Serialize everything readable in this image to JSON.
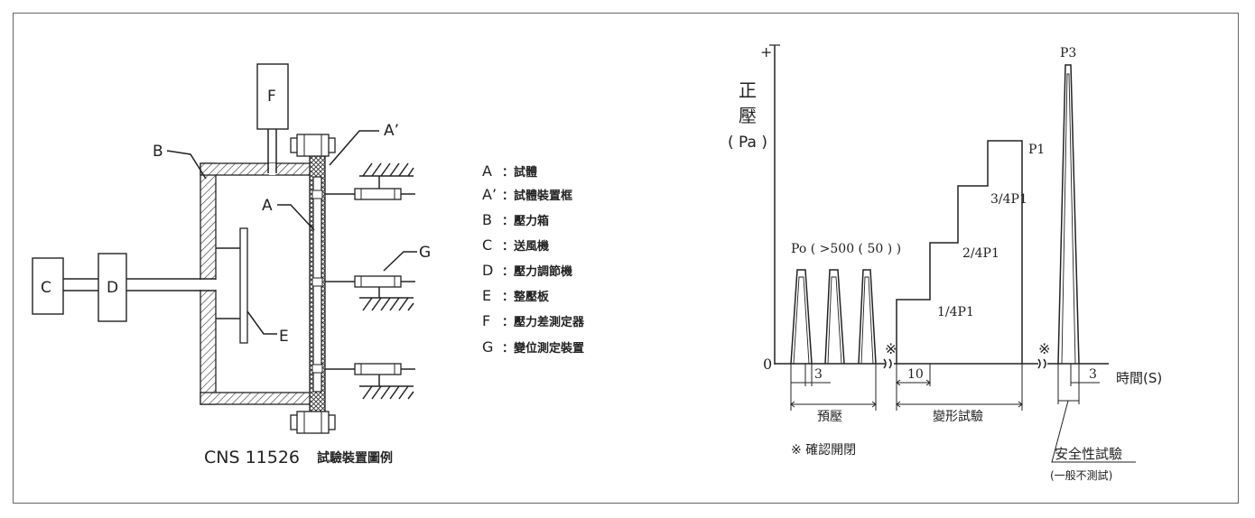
{
  "apparatus": {
    "labels": {
      "F": "F",
      "A_prime": "A’",
      "B": "B",
      "A": "A",
      "G": "G",
      "C": "C",
      "D": "D",
      "E": "E"
    },
    "caption_code": "CNS 11526",
    "caption_title": "試驗裝置圖例"
  },
  "legend": {
    "items": [
      {
        "key": "A",
        "text": "：試體"
      },
      {
        "key": "A’",
        "text": "：試體裝置框"
      },
      {
        "key": "B",
        "text": "：壓力箱"
      },
      {
        "key": "C",
        "text": "：送風機"
      },
      {
        "key": "D",
        "text": "：壓力調節機"
      },
      {
        "key": "E",
        "text": "：整壓板"
      },
      {
        "key": "F",
        "text": "：壓力差測定器"
      },
      {
        "key": "G",
        "text": "：變位測定裝置"
      }
    ]
  },
  "pressure_chart": {
    "plus": "+",
    "y_label_1": "正",
    "y_label_2": "壓",
    "y_label_3": "( Pa )",
    "zero": "0",
    "x_label": "時間(S)",
    "po_label": "Po ( >500 ( 50 ) )",
    "steps": [
      "1/4P1",
      "2/4P1",
      "3/4P1",
      "P1"
    ],
    "p3": "P3",
    "dim_3a": "3",
    "dim_10": "10",
    "dim_3b": "3",
    "phase_pre": "預壓",
    "phase_deform": "變形試驗",
    "phase_safety": "安全性試驗",
    "phase_safety_note": "(一般不測試)",
    "note_mark_1": "※",
    "note_mark_2": "※",
    "note": "※ 確認開閉"
  }
}
